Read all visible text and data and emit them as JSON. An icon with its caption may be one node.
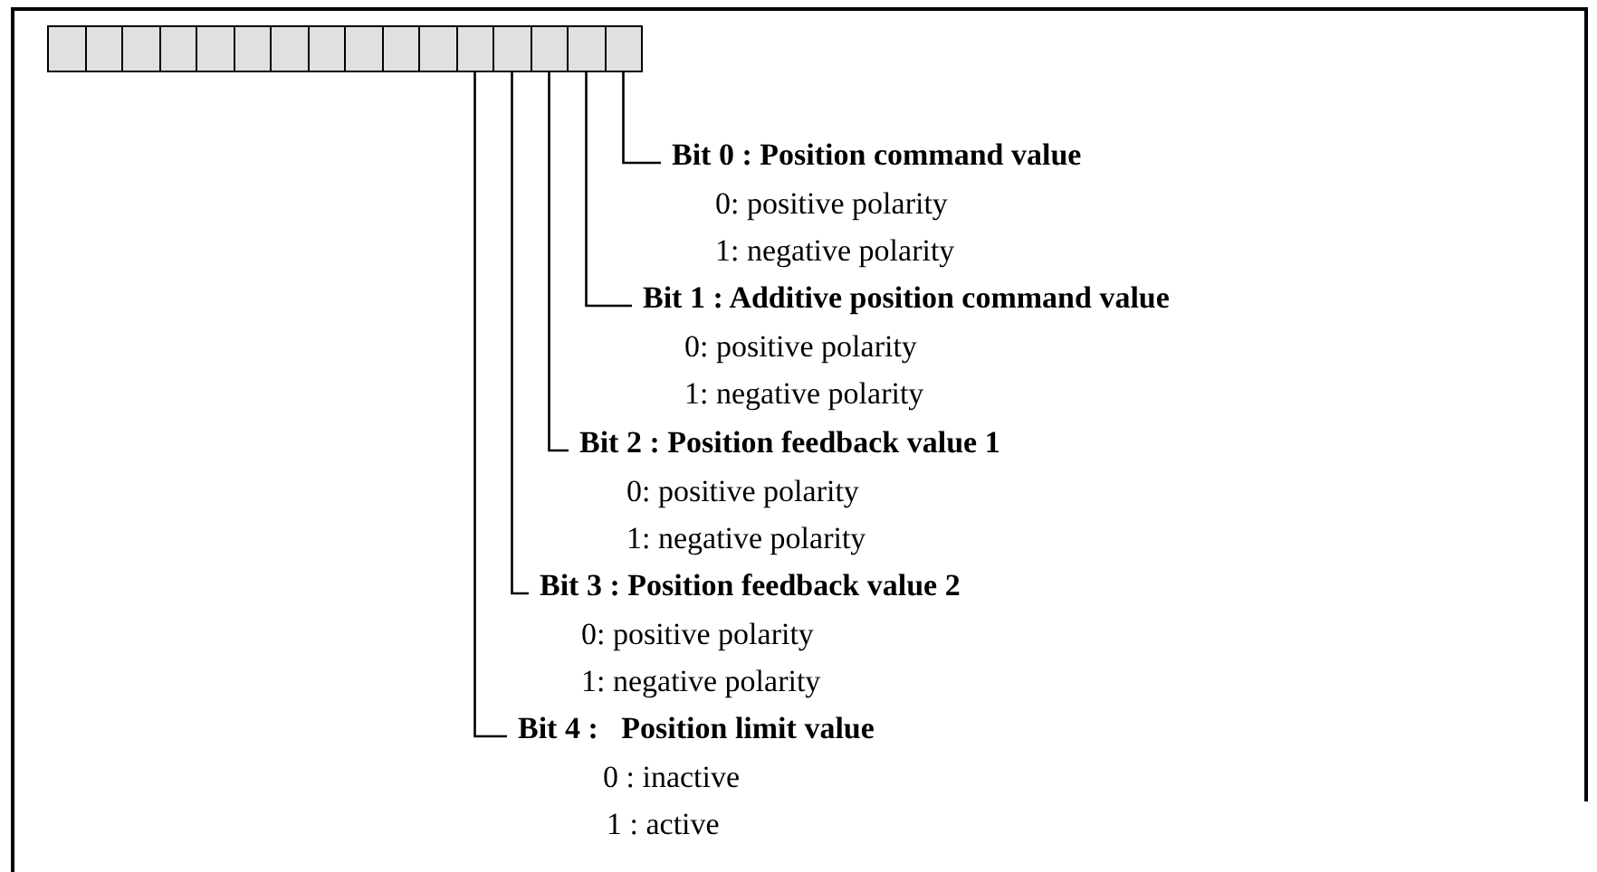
{
  "diagram": {
    "nodes": [
      {
        "text": [],
        "shape": "box"
      },
      {
        "text": [],
        "shape": "box"
      },
      {
        "text": [],
        "shape": "box"
      },
      {
        "text": [],
        "shape": "box"
      },
      {
        "text": [],
        "shape": "box"
      },
      {
        "text": [],
        "shape": "box"
      },
      {
        "text": [],
        "shape": "box"
      },
      {
        "text": [],
        "shape": "box"
      },
      {
        "text": [],
        "shape": "box"
      },
      {
        "text": [],
        "shape": "box"
      },
      {
        "text": [],
        "shape": "box"
      },
      {
        "text": [],
        "shape": "box"
      },
      {
        "text": [],
        "shape": "box"
      },
      {
        "text": [],
        "shape": "box"
      },
      {
        "text": [],
        "shape": "box"
      },
      {
        "text": [],
        "shape": "box"
      },
      {
        "text": [
          "Bit 0 : Position command value",
          "0: positive polarity",
          "1: negative polarity"
        ]
      },
      {
        "text": [
          "Bit 1 : Additive position command value",
          "0: positive polarity",
          "1: negative polarity"
        ]
      },
      {
        "text": [
          "Bit 2 : Position feedback value 1",
          "0: positive polarity",
          "1: negative polarity"
        ]
      },
      {
        "text": [
          "Bit 3 : Position feedback value 2",
          "0: positive polarity",
          "1: negative polarity"
        ]
      },
      {
        "text": [
          "Bit 4 :   Position limit value",
          "0 : inactive",
          "1 : active"
        ]
      }
    ],
    "edges": [
      {
        "from": 16,
        "to": 15,
        "arrow": "none"
      },
      {
        "from": 17,
        "to": 14,
        "arrow": "none"
      },
      {
        "from": 18,
        "to": 13,
        "arrow": "none"
      },
      {
        "from": 19,
        "to": 12,
        "arrow": "none"
      },
      {
        "from": 20,
        "to": 11,
        "arrow": "none"
      }
    ]
  }
}
